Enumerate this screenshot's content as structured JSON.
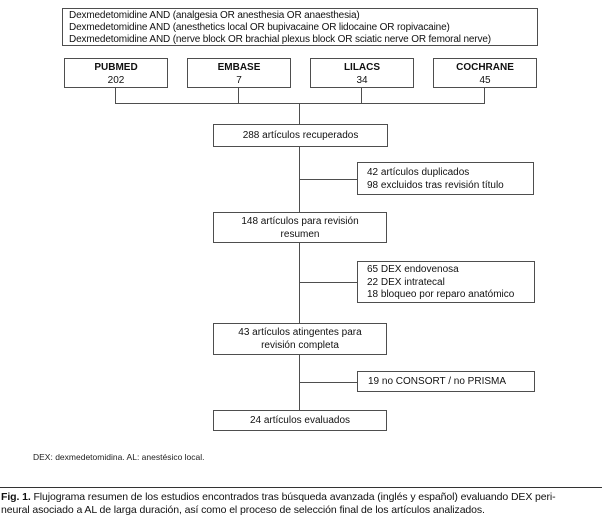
{
  "search_box": {
    "lines": [
      "Dexmedetomidine AND (analgesia OR anesthesia OR anaesthesia)",
      "Dexmedetomidine AND (anesthetics local OR bupivacaine OR lidocaine OR ropivacaine)",
      "Dexmedetomidine AND (nerve block OR brachial plexus block OR sciatic nerve OR femoral nerve)"
    ]
  },
  "databases": [
    {
      "name": "PUBMED",
      "count": "202"
    },
    {
      "name": "EMBASE",
      "count": "7"
    },
    {
      "name": "LILACS",
      "count": "34"
    },
    {
      "name": "COCHRANE",
      "count": "45"
    }
  ],
  "flow": {
    "retrieved": "288 artículos recuperados",
    "excluded_title": [
      "42 artículos duplicados",
      "98 excluidos tras revisión título"
    ],
    "abstract_review": [
      "148 artículos para revisión",
      "resumen"
    ],
    "excluded_abstract": [
      "65 DEX endovenosa",
      "22 DEX intratecal",
      "18 bloqueo por reparo anatómico"
    ],
    "full_review": [
      "43 artículos atingentes para",
      "revisión completa"
    ],
    "excluded_full": [
      "19 no CONSORT / no PRISMA"
    ],
    "evaluated": "24 artículos evaluados"
  },
  "footnote": "DEX: dexmedetomidina. AL: anestésico local.",
  "caption": {
    "label": "Fig. 1.",
    "line1": "Flujograma resumen de los estudios encontrados tras búsqueda avanzada (inglés y español) evaluando DEX peri-",
    "line2": "neural asociado a AL de larga duración, así como el proceso de selección final de los artículos analizados."
  }
}
